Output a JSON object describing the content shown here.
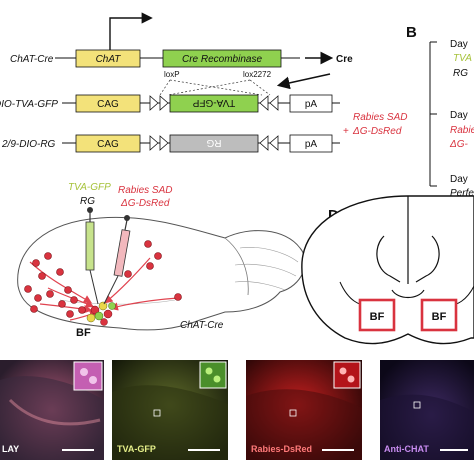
{
  "panels": {
    "b_letter": "B",
    "d_letter": "D"
  },
  "panel_a": {
    "row1_label": "ChAT-Cre",
    "chat_box": "ChAT",
    "cre_box": "Cre Recombinase",
    "cre_out": "Cre",
    "loxp": "loxP",
    "lox2272": "lox2272",
    "row2_label": "DIO-TVA-GFP",
    "row2_cag": "CAG",
    "row2_insert": "TVA-GFP",
    "row2_pa": "pA",
    "row3_label": "2/9-DIO-RG",
    "row3_cag": "CAG",
    "row3_insert": "RG",
    "row3_pa": "pA",
    "rabies_line1": "Rabies SAD",
    "rabies_line2": "ΔG-DsRed",
    "plus": "+"
  },
  "panel_b": {
    "items": [
      "Day",
      "TVA",
      "RG",
      "Day",
      "Rabie",
      "ΔG-",
      "Day",
      "Perfe"
    ]
  },
  "panel_c": {
    "tva_gfp": "TVA-GFP",
    "rg": "RG",
    "rabies_line1": "Rabies SAD",
    "rabies_line2": "ΔG-DsRed",
    "bf": "BF",
    "chat_cre": "ChAT-Cre"
  },
  "panel_d": {
    "bf_left": "BF",
    "bf_right": "BF"
  },
  "micrographs": {
    "labels": [
      "LAY",
      "TVA-GFP",
      "Rabies-DsRed",
      "Anti-CHAT"
    ]
  },
  "colors": {
    "yellow_box": "#f3e27a",
    "green_box": "#8fd14f",
    "grey_box": "#bdbdbd",
    "red": "#d9333f",
    "green_text": "#a6c23a",
    "purple": "#b04fd0"
  }
}
